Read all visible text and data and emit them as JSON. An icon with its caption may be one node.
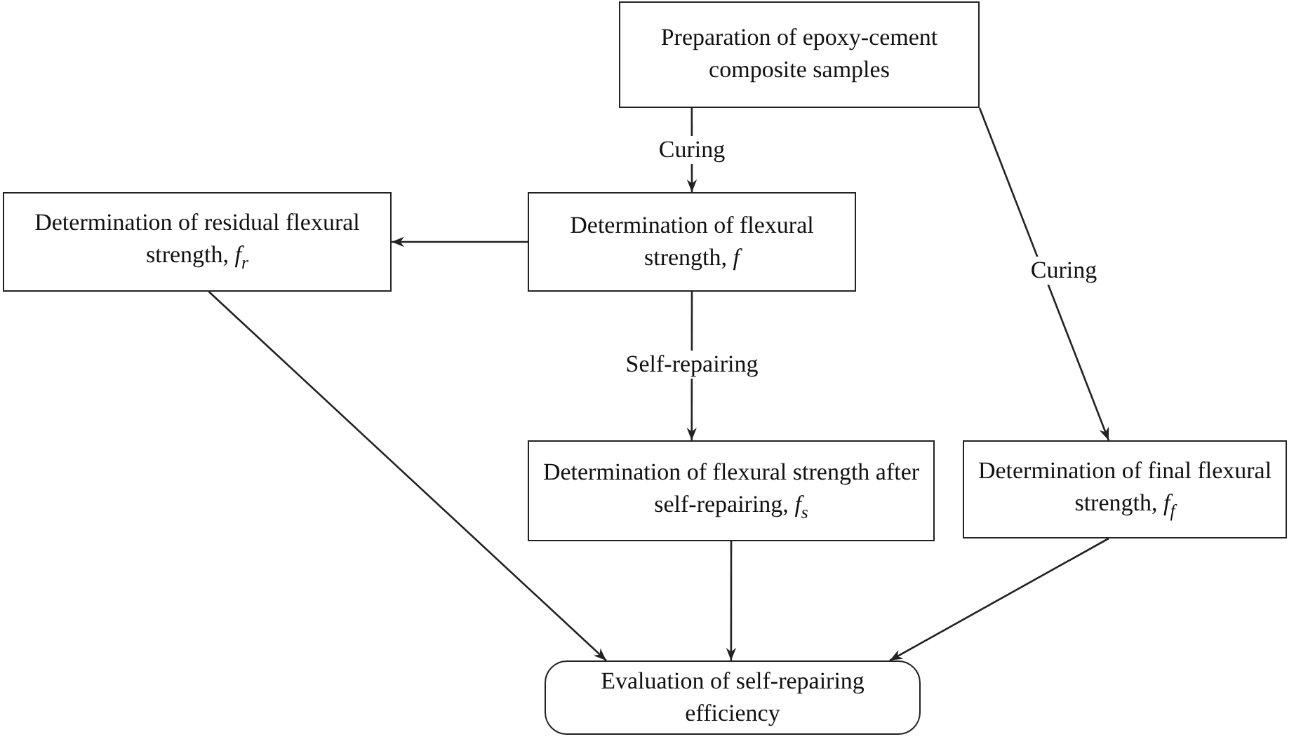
{
  "diagram": {
    "nodes": [
      {
        "text": [
          "Preparation of epoxy-cement composite samples"
        ]
      },
      {
        "text": [
          "Determination of flexural strength, *f*"
        ]
      },
      {
        "text": [
          "Determination of residual flexural strength, *f*$_{r}$"
        ]
      },
      {
        "text": [
          "Determination of flexural strength after self-repairing, *f*$_{s}$"
        ]
      },
      {
        "text": [
          "Determination of final flexural strength, *f*$_{f}$"
        ]
      },
      {
        "text": [
          "Evaluation of self-repairing efficiency"
        ]
      }
    ],
    "edges": [
      {
        "from": 0,
        "to": 1,
        "arrow": "to",
        "label": "Curing"
      },
      {
        "from": 1,
        "to": 2,
        "arrow": "to"
      },
      {
        "from": 1,
        "to": 3,
        "arrow": "to",
        "label": "Self-repairing"
      },
      {
        "from": 0,
        "to": 4,
        "arrow": "to",
        "label": "Curing"
      },
      {
        "from": 2,
        "to": 5,
        "arrow": "to"
      },
      {
        "from": 3,
        "to": 5,
        "arrow": "to"
      },
      {
        "from": 4,
        "to": 5,
        "arrow": "to"
      }
    ]
  }
}
